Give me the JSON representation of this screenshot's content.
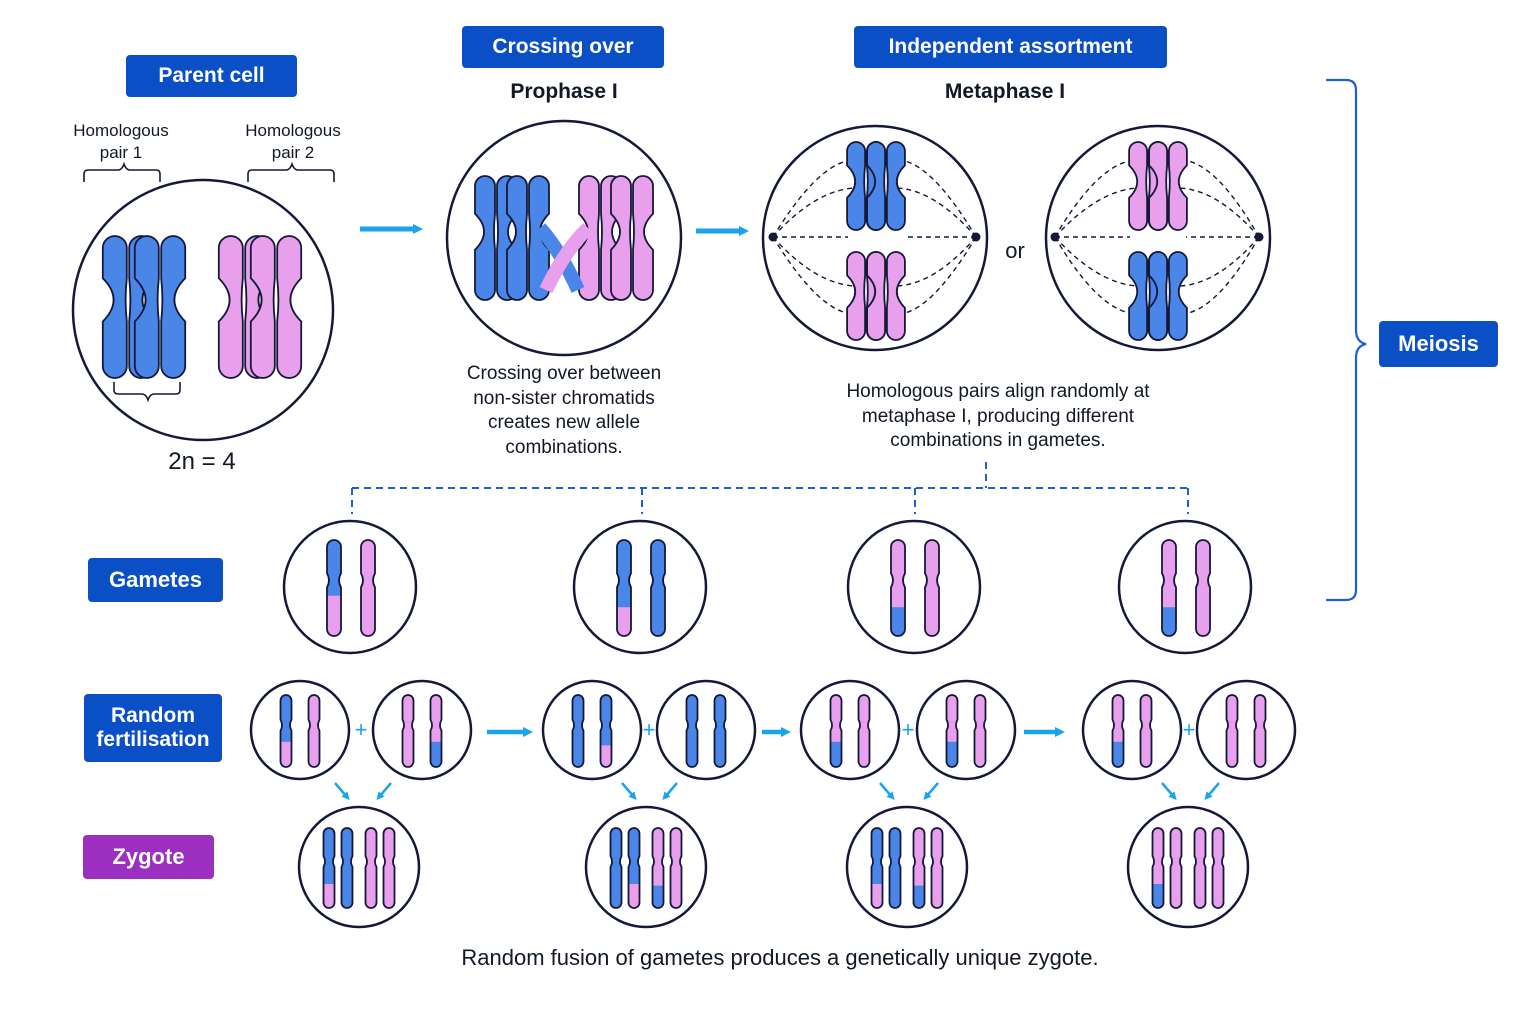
{
  "colors": {
    "label_blue": "#0b4fc6",
    "label_purple": "#9b2fc0",
    "chromosome_blue": "#4a86e8",
    "chromosome_pink": "#e8a0ec",
    "outline": "#14193a",
    "arrow": "#19a4ec",
    "dashed": "#1f5fd0"
  },
  "labels": {
    "parent_cell": "Parent cell",
    "crossing_over": "Crossing over",
    "independent_assortment": "Independent assortment",
    "meiosis": "Meiosis",
    "gametes": "Gametes",
    "random_fertilisation": "Random fertilisation",
    "zygote": "Zygote"
  },
  "parent": {
    "pair1": "Homologous pair 1",
    "pair2": "Homologous pair 2",
    "ploidy": "2n = 4"
  },
  "prophase": {
    "title": "Prophase I",
    "caption": "Crossing over between non-sister chromatids creates new allele combinations."
  },
  "metaphase": {
    "title": "Metaphase I",
    "or": "or",
    "caption": "Homologous pairs align randomly at metaphase I, producing different combinations in gametes."
  },
  "fertilisation": {
    "plus": "+"
  },
  "footer": "Random fusion of gametes produces a genetically unique zygote.",
  "icons": [
    "arrow-right-icon",
    "arrow-down-icon",
    "brace-icon",
    "spindle-fibre-icon",
    "chromosome-icon"
  ]
}
